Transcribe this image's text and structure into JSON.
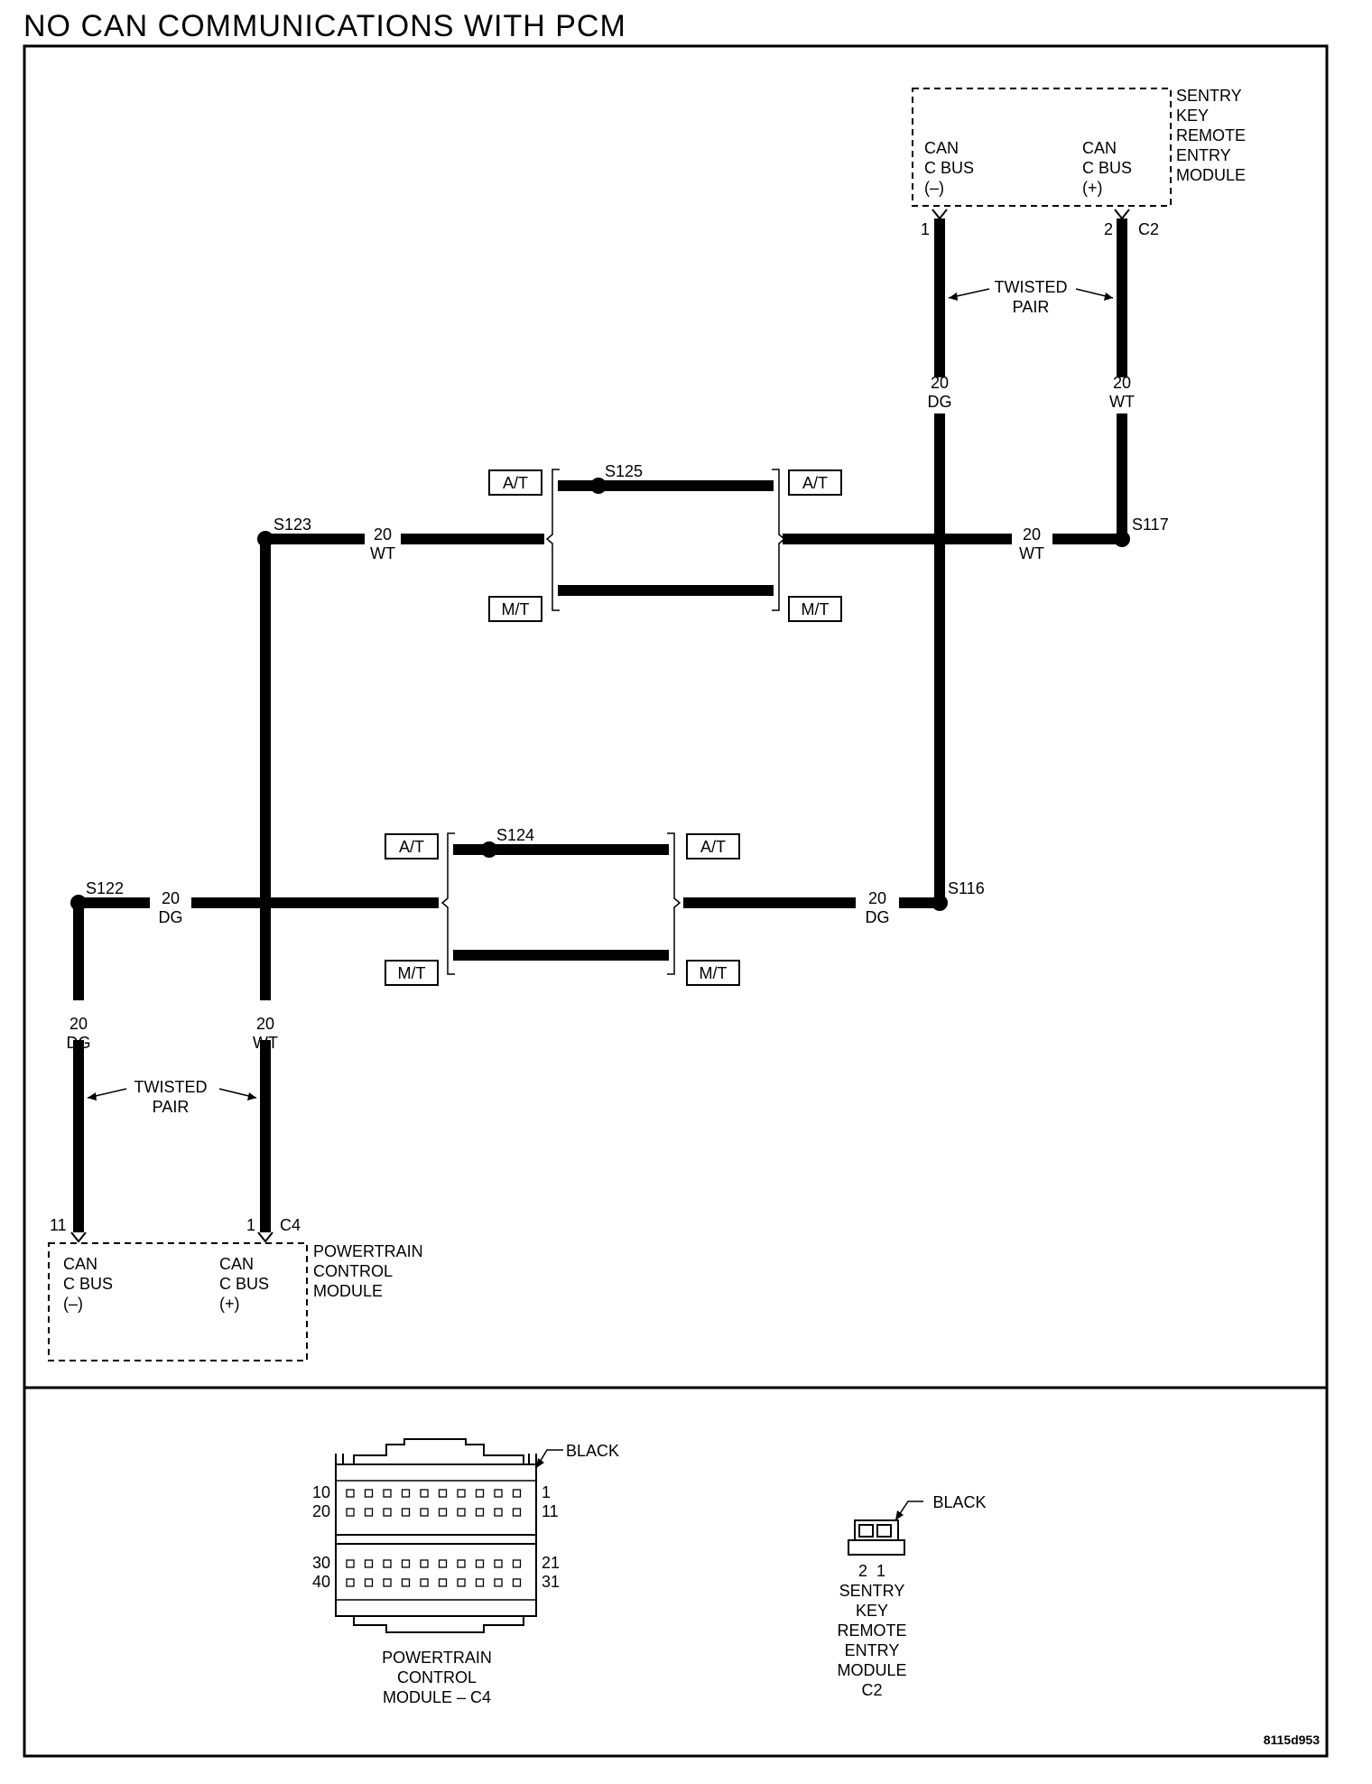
{
  "title": "NO CAN COMMUNICATIONS WITH PCM",
  "colors": {
    "ink": "#000000",
    "paper": "#ffffff"
  },
  "sentry_module": {
    "name": [
      "SENTRY",
      "KEY",
      "REMOTE",
      "ENTRY",
      "MODULE"
    ],
    "pin_neg_label": [
      "CAN",
      "C BUS",
      "(–)"
    ],
    "pin_pos_label": [
      "CAN",
      "C BUS",
      "(+)"
    ],
    "pin_neg": "1",
    "pin_pos": "2",
    "connector": "C2"
  },
  "pcm_module": {
    "name": [
      "POWERTRAIN",
      "CONTROL",
      "MODULE"
    ],
    "pin_neg_label": [
      "CAN",
      "C BUS",
      "(–)"
    ],
    "pin_pos_label": [
      "CAN",
      "C BUS",
      "(+)"
    ],
    "pin_neg": "11",
    "pin_pos": "1",
    "connector": "C4"
  },
  "twisted_pair": [
    "TWISTED",
    "PAIR"
  ],
  "wires": {
    "dg": [
      "20",
      "DG"
    ],
    "wt": [
      "20",
      "WT"
    ]
  },
  "splices": {
    "s116": "S116",
    "s117": "S117",
    "s122": "S122",
    "s123": "S123",
    "s124": "S124",
    "s125": "S125"
  },
  "options": {
    "at": "A/T",
    "mt": "M/T"
  },
  "connector_views": {
    "pcm": {
      "color": "BLACK",
      "pins_left_top": [
        "10",
        "20"
      ],
      "pins_right_top": [
        "1",
        "11"
      ],
      "pins_left_bottom": [
        "30",
        "40"
      ],
      "pins_right_bottom": [
        "21",
        "31"
      ],
      "caption": [
        "POWERTRAIN",
        "CONTROL",
        "MODULE – C4"
      ]
    },
    "sentry": {
      "color": "BLACK",
      "pins": "2  1",
      "caption": [
        "SENTRY",
        "KEY",
        "REMOTE",
        "ENTRY",
        "MODULE",
        "C2"
      ]
    }
  },
  "figure_id": "8115d953"
}
